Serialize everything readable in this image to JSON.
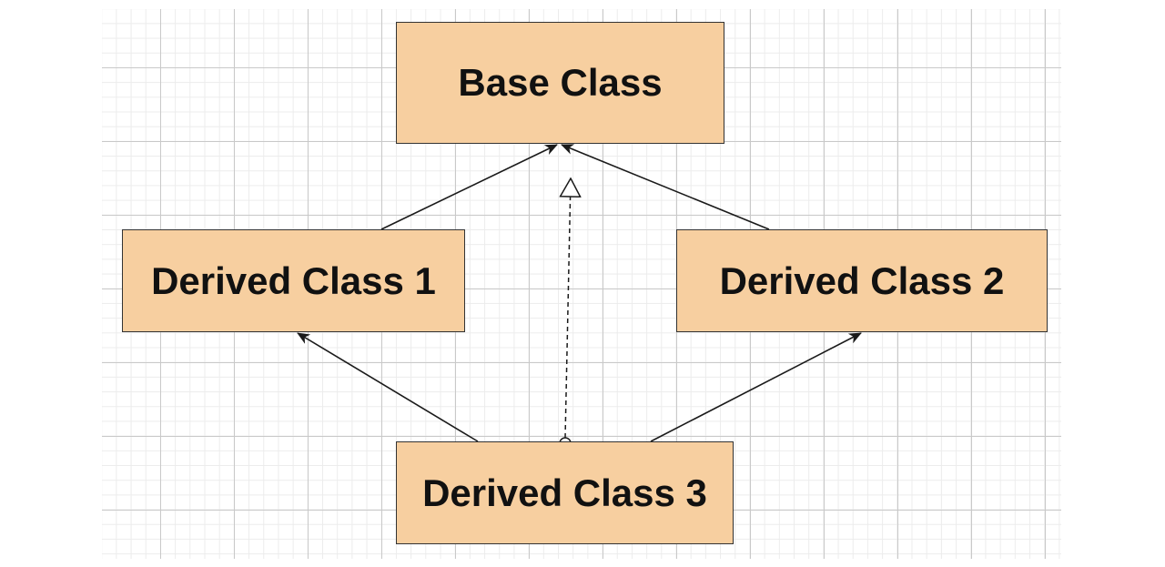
{
  "colors": {
    "node_fill": "#F7CFA0",
    "node_stroke": "#333333",
    "edge": "#1a1a1a",
    "text": "#111111"
  },
  "nodes": {
    "base": {
      "label": "Base Class"
    },
    "derived1": {
      "label": "Derived Class 1"
    },
    "derived2": {
      "label": "Derived Class 2"
    },
    "derived3": {
      "label": "Derived Class 3"
    }
  },
  "edges": [
    {
      "from": "derived1",
      "to": "base",
      "style": "solid",
      "arrow": "filled"
    },
    {
      "from": "derived2",
      "to": "base",
      "style": "solid",
      "arrow": "filled"
    },
    {
      "from": "derived3",
      "to": "derived1",
      "style": "solid",
      "arrow": "filled"
    },
    {
      "from": "derived3",
      "to": "derived2",
      "style": "solid",
      "arrow": "filled"
    },
    {
      "from": "derived3",
      "to": "base",
      "style": "dashed",
      "arrow": "open-triangle",
      "tail": "circle"
    }
  ]
}
